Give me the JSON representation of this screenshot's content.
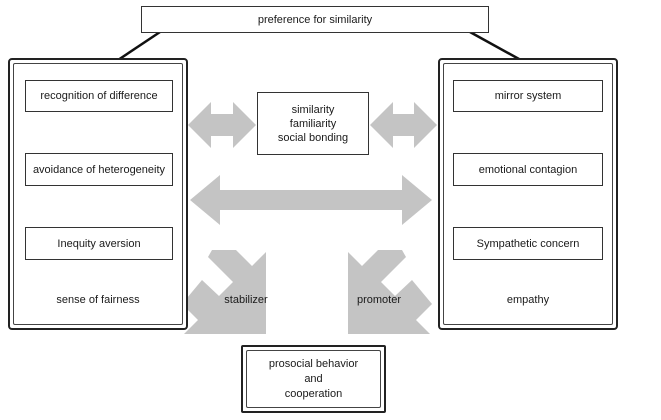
{
  "top": {
    "label": "preference for similarity"
  },
  "left_panel": {
    "items": [
      {
        "label": "recognition of difference"
      },
      {
        "label": "avoidance of heterogeneity"
      },
      {
        "label": "Inequity aversion"
      }
    ],
    "caption": "sense of fairness"
  },
  "center": {
    "label": "similarity\nfamiliarity\nsocial bonding"
  },
  "right_panel": {
    "items": [
      {
        "label": "mirror system"
      },
      {
        "label": "emotional contagion"
      },
      {
        "label": "Sympathetic concern"
      }
    ],
    "caption": "empathy"
  },
  "arrows": {
    "stabilizer_label": "stabilizer",
    "promoter_label": "promoter"
  },
  "bottom": {
    "label": "prosocial behavior\nand\ncooperation"
  }
}
